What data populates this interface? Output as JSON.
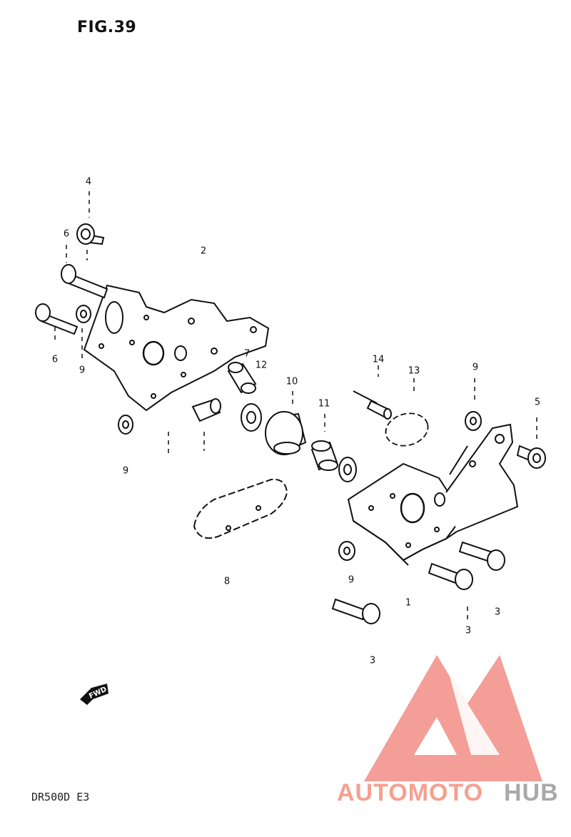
{
  "figure": {
    "title": "FIG.39",
    "model_code": "DR500D E3",
    "fwd_label": "FWD"
  },
  "callouts": [
    {
      "id": "c4",
      "text": "4"
    },
    {
      "id": "c6a",
      "text": "6"
    },
    {
      "id": "c6b",
      "text": "6"
    },
    {
      "id": "c9a",
      "text": "9"
    },
    {
      "id": "c2",
      "text": "2"
    },
    {
      "id": "c7",
      "text": "7"
    },
    {
      "id": "c12",
      "text": "12"
    },
    {
      "id": "c10",
      "text": "10"
    },
    {
      "id": "c11",
      "text": "11"
    },
    {
      "id": "c14",
      "text": "14"
    },
    {
      "id": "c13",
      "text": "13"
    },
    {
      "id": "c9b",
      "text": "9"
    },
    {
      "id": "c5",
      "text": "5"
    },
    {
      "id": "c9c",
      "text": "9"
    },
    {
      "id": "c9d",
      "text": "9"
    },
    {
      "id": "c8",
      "text": "8"
    },
    {
      "id": "c1",
      "text": "1"
    },
    {
      "id": "c3a",
      "text": "3"
    },
    {
      "id": "c3b",
      "text": "3"
    },
    {
      "id": "c3c",
      "text": "3"
    }
  ],
  "watermark": {
    "text_a": "AUTOMOTO",
    "text_b": "HUB",
    "color_a": "#f5a08f",
    "color_b": "#a9a9a9",
    "logo_color": "#f28e86"
  },
  "colors": {
    "ink": "#111111",
    "paper": "#ffffff"
  }
}
